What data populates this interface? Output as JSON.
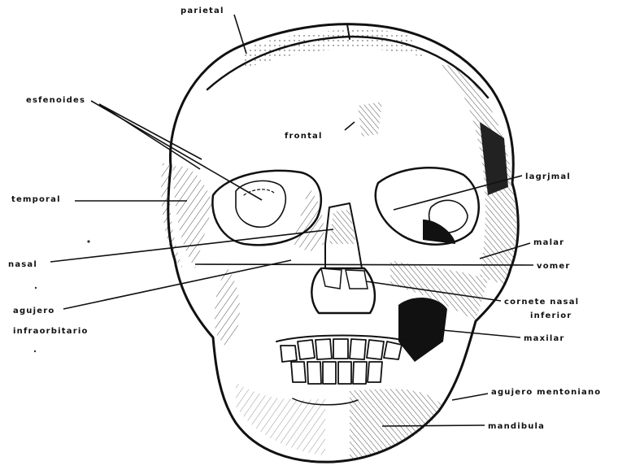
{
  "labels": {
    "parietal": "parietal",
    "esfenoides": "esfenoides",
    "frontal": "frontal",
    "lagrimal": "lagrjmal",
    "temporal": "temporal",
    "nasal": "nasal",
    "malar": "malar",
    "vomer": "vomer",
    "agujero_infraorbitario_line1": "agujero",
    "agujero_infraorbitario_line2": "infraorbitario",
    "cornete_nasal_line1": "cornete nasal",
    "cornete_nasal_line2": "inferior",
    "maxilar": "maxilar",
    "agujero_mentoniano": "agujero mentoniano",
    "mandibula": "mandibula"
  },
  "colors": {
    "ink": "#111111",
    "paper": "#ffffff"
  }
}
